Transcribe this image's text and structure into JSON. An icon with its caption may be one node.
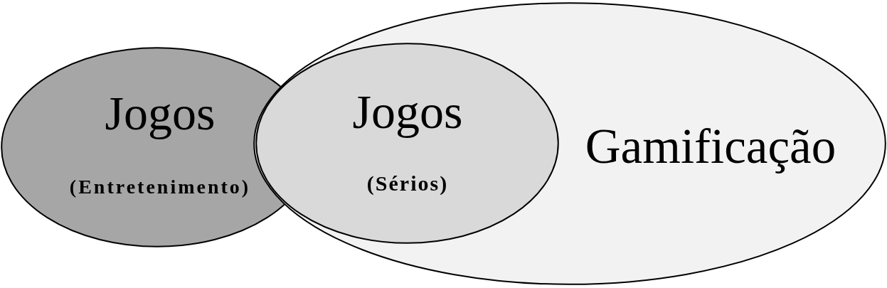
{
  "diagram": {
    "nodes": [
      {
        "text": [
          "Jogos",
          "(Entretenimento)"
        ]
      },
      {
        "text": [
          "Gamificação"
        ]
      },
      {
        "text": [
          "Jogos",
          "(Sérios)"
        ],
        "in": 1
      }
    ]
  }
}
